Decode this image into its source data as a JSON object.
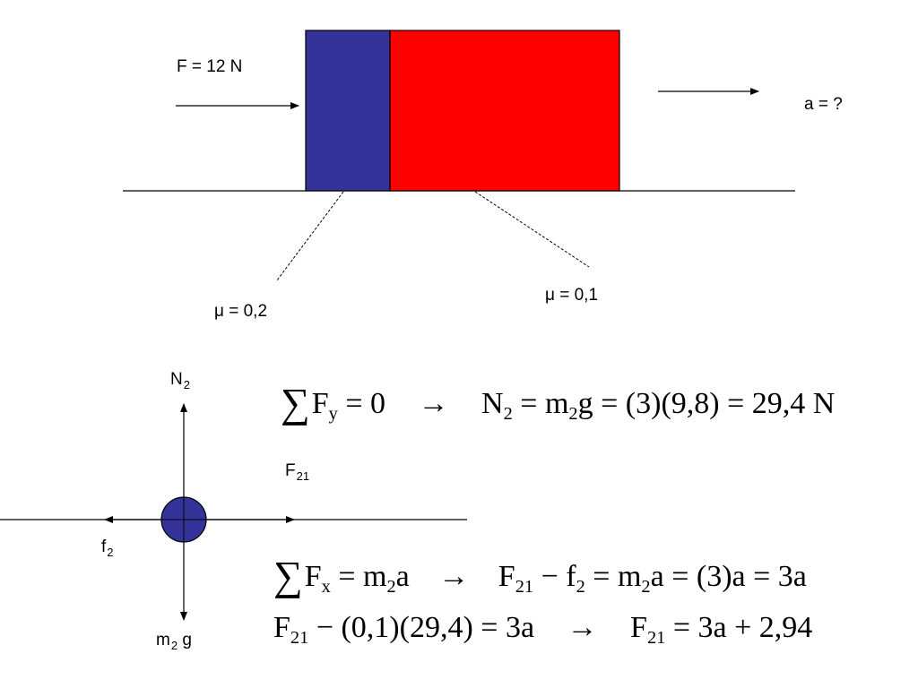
{
  "top": {
    "force_label": "F = 12 N",
    "accel_label": "a = ?",
    "mu_left": "μ = 0,2",
    "mu_right": "μ = 0,1"
  },
  "fbd": {
    "normal_label": "N",
    "normal_sub": "2",
    "f21_label": "F",
    "f21_sub": "21",
    "friction_label": "f",
    "friction_sub": "2",
    "weight_label": "m",
    "weight_sub": "2",
    "weight_suffix": " g"
  },
  "equations": {
    "eq1": {
      "sigma": "∑",
      "lhs": "F",
      "lhs_sub": "y",
      "part1": " = 0",
      "arrow": "→",
      "n": "N",
      "n_sub": "2",
      "mid1": " = m",
      "m_sub": "2",
      "rest": "g = (3)(9,8) = 29,4 N"
    },
    "eq2": {
      "sigma": "∑",
      "lhs": "F",
      "lhs_sub": "x",
      "part1": " = m",
      "m_sub": "2",
      "part1b": "a",
      "arrow": "→",
      "f": "F",
      "f_sub": "21",
      "minus": " − f",
      "f2_sub": "2",
      "mid": " = m",
      "m2_sub": "2",
      "rest": "a = (3)a = 3a"
    },
    "eq3": {
      "f": "F",
      "f_sub": "21",
      "part1": " − (0,1)(29,4) = 3a",
      "arrow": "→",
      "f2": "F",
      "f2_sub": "21",
      "rest": " = 3a + 2,94"
    }
  },
  "colors": {
    "block_small": "#333399",
    "block_large": "#ff0000",
    "particle": "#333399"
  }
}
